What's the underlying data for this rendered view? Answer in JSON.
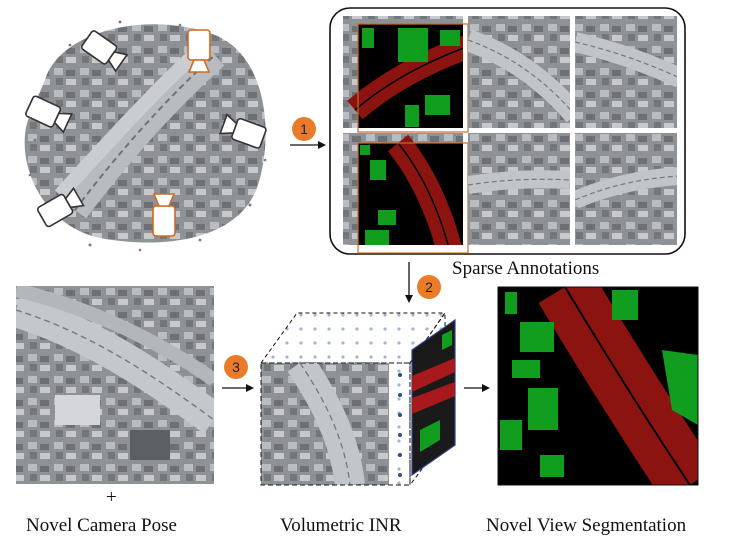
{
  "captions": {
    "sparse_annotations": "Sparse Annotations",
    "novel_camera_pose": "Novel Camera Pose",
    "volumetric_inr": "Volumetric INR",
    "novel_view_segmentation": "Novel View Segmentation",
    "plus": "+"
  },
  "steps": [
    "1",
    "2",
    "3"
  ],
  "colors": {
    "step_badge": "#ea7b2a",
    "road_class": "#8b1410",
    "building_class": "#119e1e",
    "background_class": "#000000",
    "annotated_camera": "#d06a20",
    "other_camera": "#333333"
  },
  "icons": {
    "camera": "camera-frustum-icon",
    "arrow": "right-arrow-icon"
  }
}
